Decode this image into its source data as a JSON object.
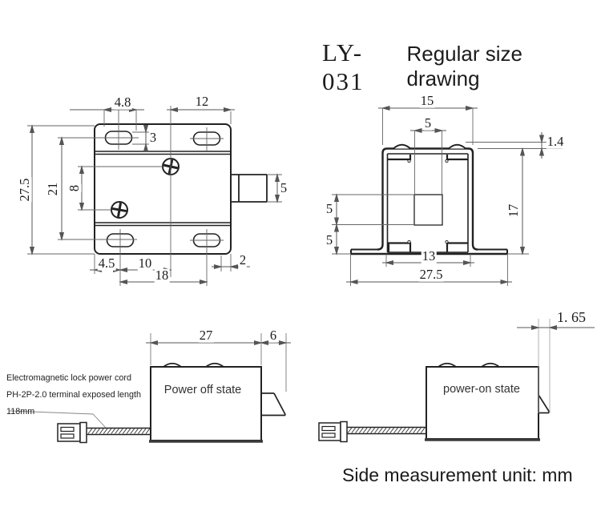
{
  "title": {
    "model": "LY-031",
    "text": "Regular size drawing"
  },
  "front_view": {
    "dims": {
      "d48": "4.8",
      "d12": "12",
      "d3": "3",
      "d275": "27.5",
      "d21": "21",
      "d8": "8",
      "d5": "5",
      "d45": "4.5",
      "d10": "10",
      "d18": "18",
      "d2": "2"
    }
  },
  "side_view": {
    "dims": {
      "d15": "15",
      "d5top": "5",
      "d14": "1.4",
      "d17": "17",
      "d5a": "5",
      "d5b": "5",
      "d13": "13",
      "d275": "27.5"
    }
  },
  "power_off": {
    "label": "Power off state",
    "dims": {
      "d27": "27",
      "d6": "6"
    },
    "cord_note": {
      "line1": "Electromagnetic lock power cord",
      "line2": "PH-2P-2.0 terminal exposed length",
      "line3": "118mm"
    }
  },
  "power_on": {
    "label": "power-on state",
    "dims": {
      "d165": "1. 65"
    }
  },
  "footer": {
    "note": "Side measurement unit: mm"
  }
}
